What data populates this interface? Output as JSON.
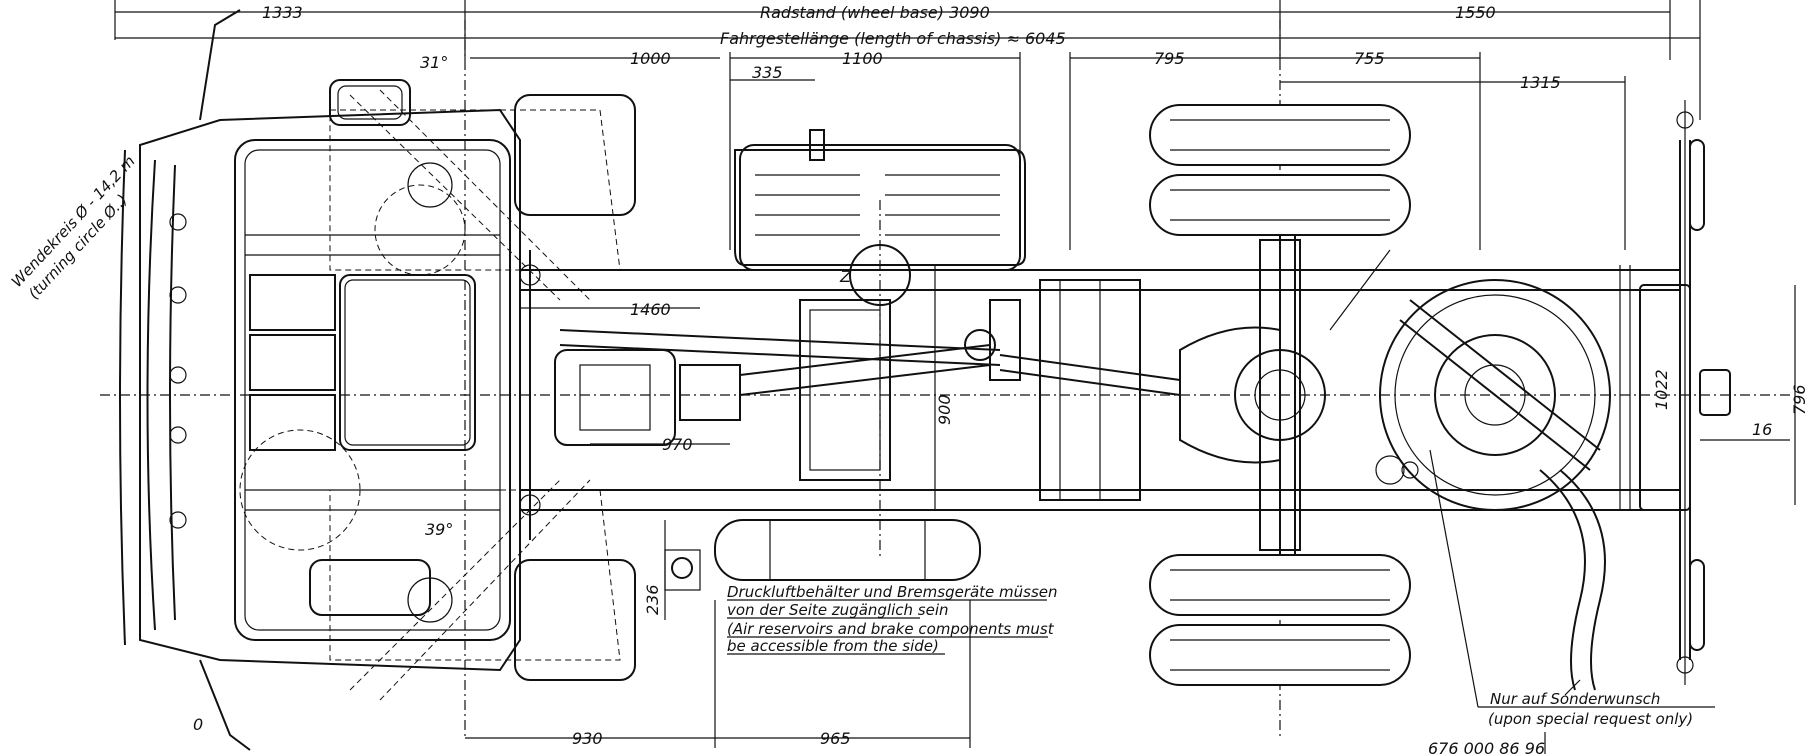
{
  "dimensions": {
    "front_overhang": "1333",
    "wheelbase": "Radstand (wheel base) 3090",
    "rear_overhang": "1550",
    "chassis_length": "Fahrgestellänge (length of chassis) ≈ 6045",
    "d1000": "1000",
    "d1100": "1100",
    "d335": "335",
    "d795": "795",
    "d755": "755",
    "d1315": "1315",
    "d1460": "1460",
    "d970": "970",
    "d900": "900",
    "d1022": "1022",
    "d796": "796",
    "d16": "16",
    "d236": "236",
    "d930": "930",
    "d965": "965",
    "angle31": "31°",
    "angle39": "39°",
    "z_label": "Z",
    "zero_label": "0"
  },
  "annotations": {
    "turning_circle_de": "Wendekreis Ø - 14,2 m",
    "turning_circle_en": "(turning circle Ø..)",
    "reservoir_de_1": "Druckluftbehälter und Bremsgeräte müssen",
    "reservoir_de_2": "von der Seite zugänglich sein",
    "reservoir_en_1": "(Air reservoirs and brake components must",
    "reservoir_en_2": "be accessible from the side)",
    "special_de": "Nur auf Sonderwunsch",
    "special_en": "(upon special request only)",
    "drawing_number": "676 000 86 96"
  }
}
